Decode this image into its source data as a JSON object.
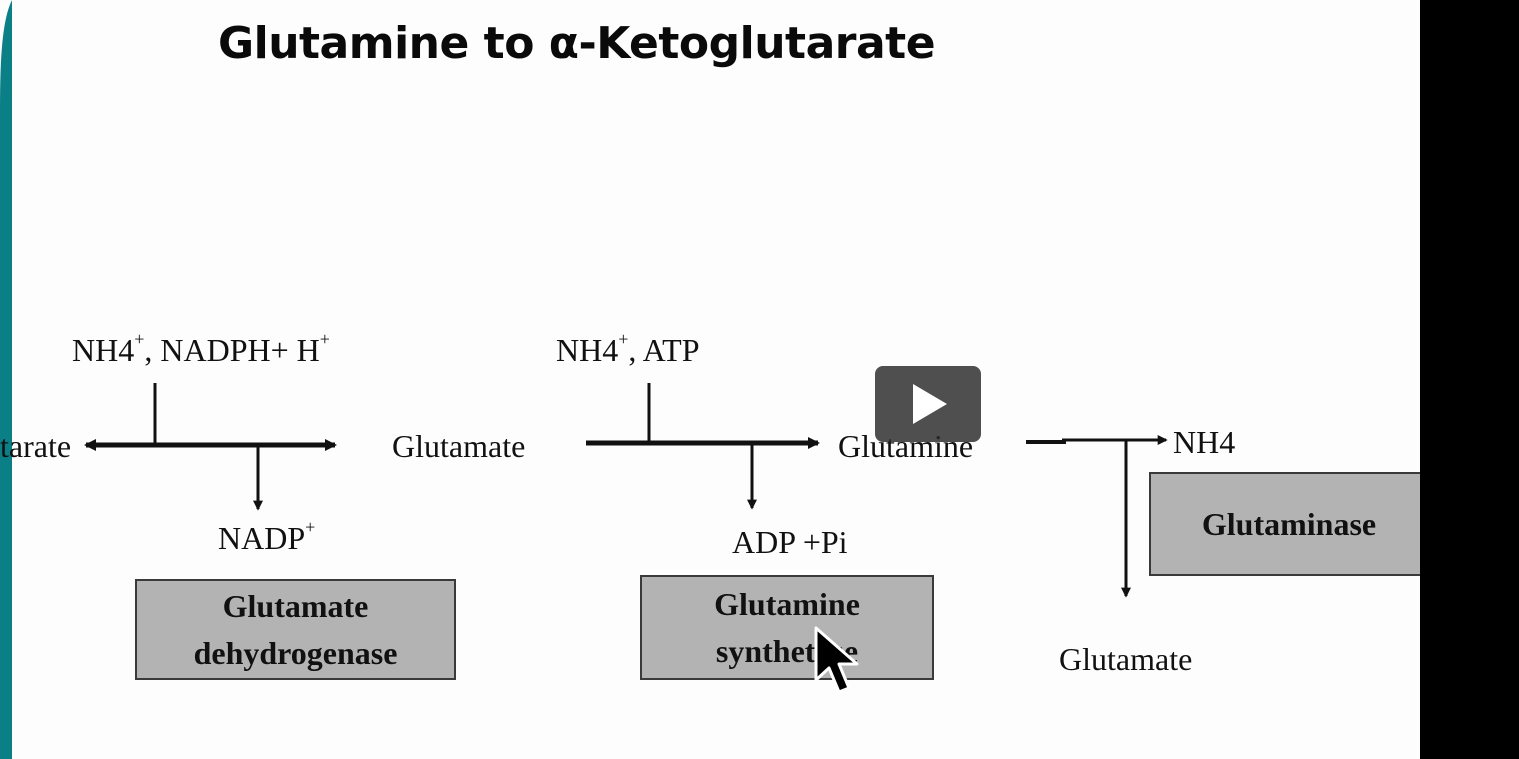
{
  "slide": {
    "title": "Glutamine to α-Ketoglutarate"
  },
  "reaction1": {
    "cofactors_in": "NH4",
    "cofactors_in_sup1": "+",
    "cofactors_in_mid": ", NADPH+ H",
    "cofactors_in_sup2": "+",
    "left_product": "tarate",
    "substrate": "Glutamate",
    "cofactor_out": "NADP",
    "cofactor_out_sup": "+",
    "enzyme_line1": "Glutamate",
    "enzyme_line2": "dehydrogenase"
  },
  "reaction2": {
    "cofactors_in": "NH4",
    "cofactors_in_sup": "+",
    "cofactors_in_rest": ", ATP",
    "product": "Glutamine",
    "cofactor_out": "ADP +Pi",
    "enzyme_line1": "Glutamine",
    "enzyme_line2": "synthetase"
  },
  "reaction3": {
    "byproduct": "NH4",
    "product": "Glutamate",
    "enzyme": "Glutaminase"
  },
  "video_player": {
    "play_icon": "play-icon",
    "cursor_icon": "pointer-cursor-icon",
    "overlay_color": "#282828"
  },
  "colors": {
    "slide_background": "#fdfdfd",
    "enzyme_box_fill": "#b3b3b3",
    "accent": "#0b7f86",
    "page_background": "#000000"
  }
}
